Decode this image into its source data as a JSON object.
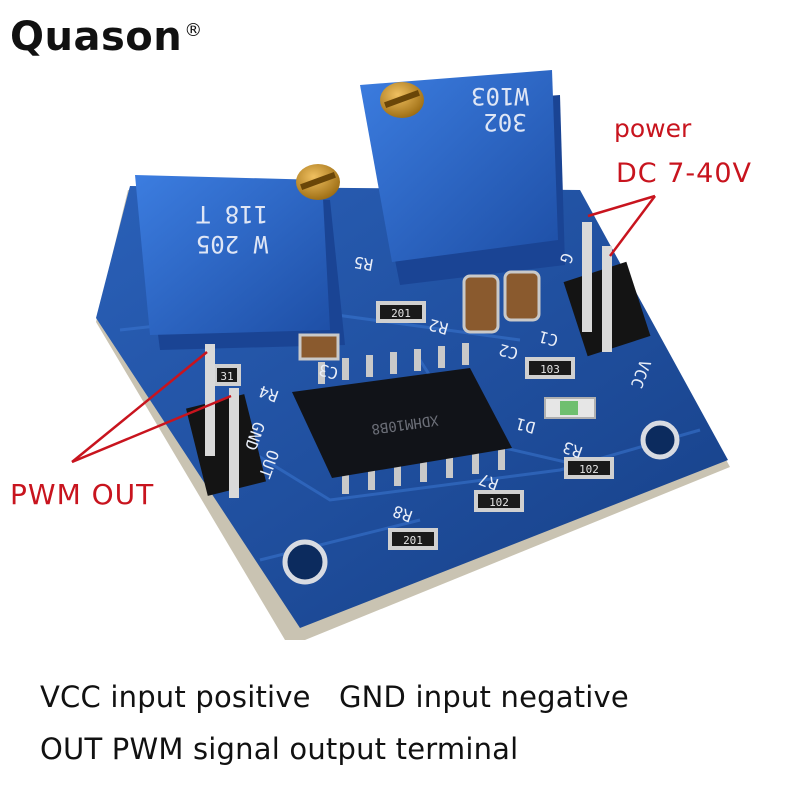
{
  "brand": {
    "name": "Quason",
    "mark": "®"
  },
  "callouts": {
    "power": "power",
    "dc_range": "DC 7-40V",
    "pwm_out": "PWM OUT"
  },
  "captions": {
    "line1": "VCC input positive   GND input negative",
    "line2": "OUT PWM signal output terminal"
  },
  "board": {
    "silkscreen": {
      "r5": "R5",
      "r2": "R2",
      "r4": "R4",
      "r3": "R3",
      "r7": "R7",
      "r8": "R8",
      "c1": "C1",
      "c2": "C2",
      "c3": "C3",
      "d1": "D1",
      "vcc": "VCC",
      "g": "G",
      "gnd": "GND",
      "out": "OUT"
    },
    "resistor_codes": {
      "r2": "201",
      "r8": "201",
      "r7": "102",
      "r3": "102",
      "r1": "103",
      "r4": "31"
    },
    "trimmer_left": {
      "line1": "118 T",
      "line2": "W 205"
    },
    "trimmer_right": {
      "line1": "W103",
      "line2": "302"
    },
    "ic_marking": "XDHM10B8"
  },
  "colors": {
    "pcb": "#1d4fa0",
    "trimmer": "#2a67c9",
    "callout": "#c8141e"
  }
}
